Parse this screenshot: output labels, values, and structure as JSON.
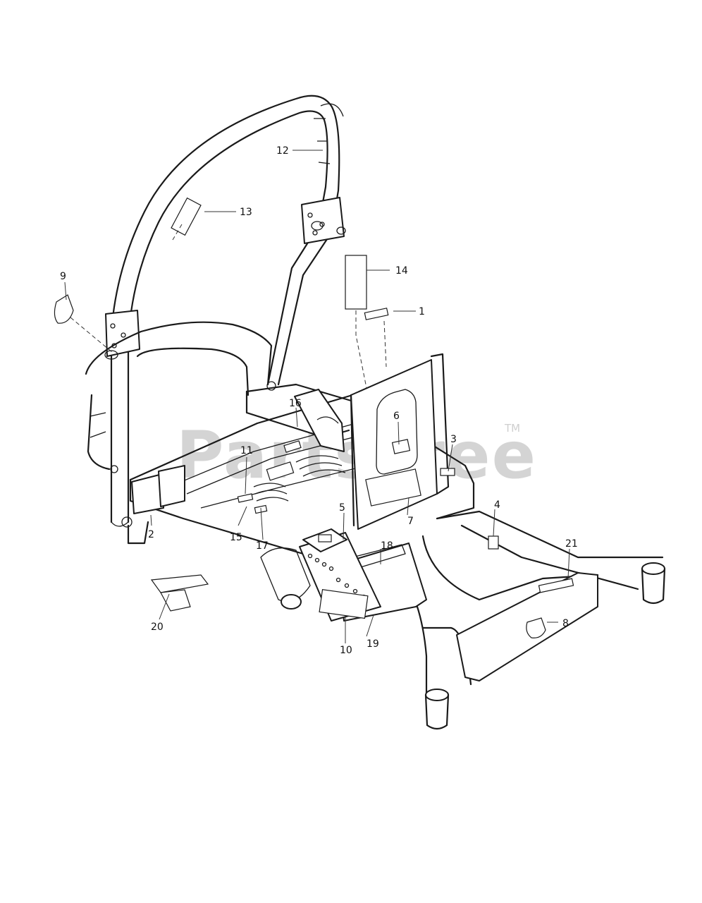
{
  "watermark": {
    "text": "PartsTree",
    "trademark": "TM"
  },
  "callouts": [
    {
      "id": "1",
      "text": "1"
    },
    {
      "id": "2",
      "text": "2"
    },
    {
      "id": "3",
      "text": "3"
    },
    {
      "id": "4",
      "text": "4"
    },
    {
      "id": "5",
      "text": "5"
    },
    {
      "id": "6",
      "text": "6"
    },
    {
      "id": "7",
      "text": "7"
    },
    {
      "id": "8",
      "text": "8"
    },
    {
      "id": "9",
      "text": "9"
    },
    {
      "id": "10",
      "text": "10"
    },
    {
      "id": "11",
      "text": "11"
    },
    {
      "id": "12",
      "text": "12"
    },
    {
      "id": "13",
      "text": "13"
    },
    {
      "id": "14",
      "text": "14"
    },
    {
      "id": "15",
      "text": "15"
    },
    {
      "id": "16",
      "text": "16"
    },
    {
      "id": "17",
      "text": "17"
    },
    {
      "id": "18",
      "text": "18"
    },
    {
      "id": "19",
      "text": "19"
    },
    {
      "id": "20",
      "text": "20"
    },
    {
      "id": "21",
      "text": "21"
    }
  ]
}
